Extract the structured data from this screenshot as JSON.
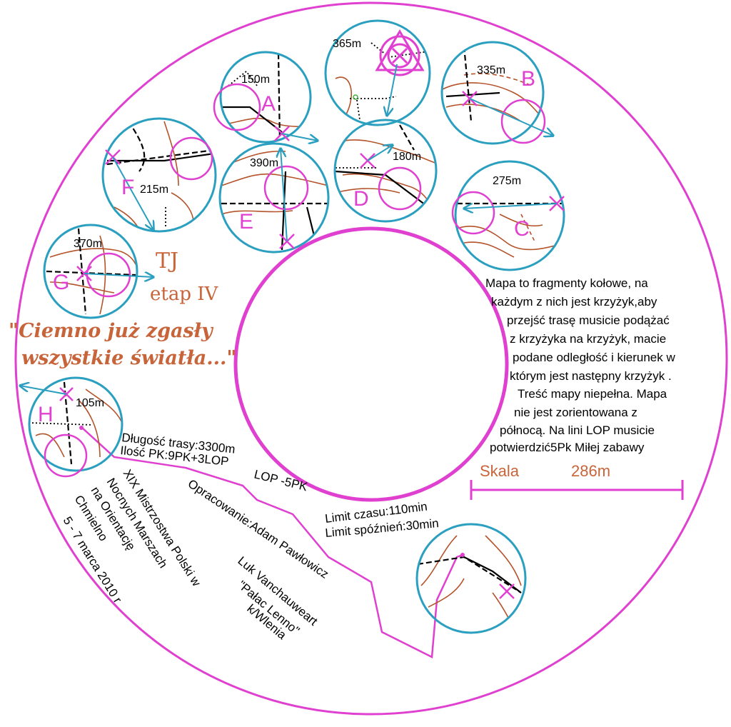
{
  "fragments": [
    {
      "letter": "A",
      "distance": "150m"
    },
    {
      "letter": "",
      "distance": "365m"
    },
    {
      "letter": "B",
      "distance": "335m"
    },
    {
      "letter": "F",
      "distance": "215m"
    },
    {
      "letter": "E",
      "distance": "390m"
    },
    {
      "letter": "D",
      "distance": "180m"
    },
    {
      "letter": "C",
      "distance": "275m"
    },
    {
      "letter": "G",
      "distance": "370m"
    },
    {
      "letter": "H",
      "distance": "105m"
    }
  ],
  "title": {
    "line1": "TJ",
    "line2": "etap IV",
    "quote_line1": "\"Ciemno już zgasły",
    "quote_line2": "wszystkie światła...\""
  },
  "instructions": [
    "Mapa to fragmenty kołowe, na",
    "każdym z nich jest krzyżyk,aby",
    "przejść trasę musicie podążać",
    "z  krzyżyka na krzyżyk, macie",
    "podane odległość i kierunek w",
    "którym jest następny krzyżyk .",
    "Treść mapy  niepełna. Mapa",
    "nie jest zorientowana z",
    "północą. Na lini LOP musicie",
    "potwierdzić5Pk Miłej zabawy"
  ],
  "scale": {
    "label": "Skala",
    "value": "286m"
  },
  "route_info": {
    "length": "Długość trasy:3300m",
    "checkpoints": "Ilość PK:9PK+3LOP",
    "lop": "LOP -5PK",
    "time_limit": "Limit czasu:110min",
    "late_limit": "Limit spóźnień:30min"
  },
  "event": [
    "XIX Mistrzostwa Polski w",
    "Nocnych Marszach",
    "na Orientację",
    "Chmielno",
    "5 - 7 marca 2010 r"
  ],
  "author": "Opracowanie:Adam Pawłowicz",
  "location": [
    "Luk Vanchauweart",
    "\"Pałac Lenno\"",
    "k/Wlenia"
  ],
  "colors": {
    "ring": "#e040d0",
    "circle": "#2a9fbf",
    "contour": "#b4532a",
    "title": "#c8643a"
  }
}
